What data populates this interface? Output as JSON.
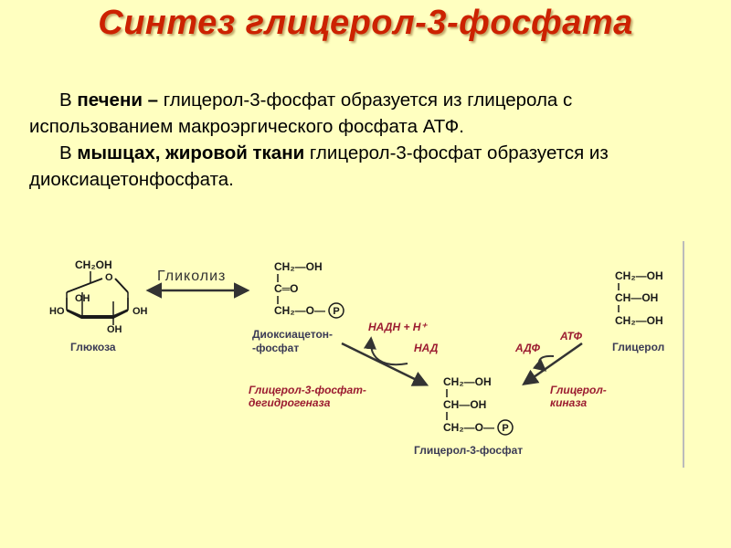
{
  "title": "Синтез глицерол-3-фосфата",
  "paragraph1": {
    "prefix": "В ",
    "bold": "печени – ",
    "rest": "глицерол-3-фосфат образуется из глицерола с использованием макроэргического фосфата АТФ."
  },
  "paragraph2": {
    "prefix": "В ",
    "bold": "мышцах, жировой ткани ",
    "rest": "глицерол-3-фосфат образуется из диоксиацетонфосфата."
  },
  "diagram": {
    "glucose": {
      "ch2oh": "CH₂OH",
      "o": "O",
      "ho": "HO",
      "oh_mid": "OH",
      "oh_right": "OH",
      "oh_bottom": "OH",
      "label": "Глюкоза"
    },
    "glycolysis_label": "Гликолиз",
    "dhap": {
      "line1": "CH₂—OH",
      "line2": "C═O",
      "line3": "CH₂—O—",
      "p": "P",
      "label_line1": "Диоксиацетон-",
      "label_line2": "-фосфат"
    },
    "glycerol": {
      "line1": "CH₂—OH",
      "line2": "CH—OH",
      "line3": "CH₂—OH",
      "label": "Глицерол"
    },
    "g3p": {
      "line1": "CH₂—OH",
      "line2": "CH—OH",
      "line3": "CH₂—O—",
      "p": "P",
      "label": "Глицерол-3-фосфат"
    },
    "nadh": "НАДН + Н⁺",
    "nad": "НАД",
    "adp": "АДФ",
    "atp": "АТФ",
    "enzyme_left_line1": "Глицерол-3-фосфат-",
    "enzyme_left_line2": "дегидрогеназа",
    "enzyme_right_line1": "Глицерол-",
    "enzyme_right_line2": "киназа"
  },
  "colors": {
    "title": "#cc2200",
    "background": "#ffffc0",
    "diagram_dark": "#1a1a1a",
    "diagram_label": "#3a3a55"
  }
}
